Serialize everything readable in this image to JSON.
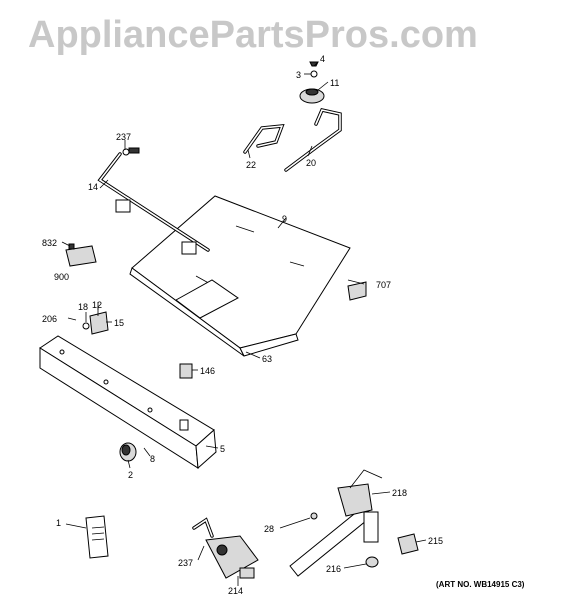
{
  "watermark": "AppliancePartsPros.com",
  "art_no": "(ART NO. WB14915 C3)",
  "callouts": [
    "1",
    "2",
    "3",
    "4",
    "5",
    "8",
    "9",
    "11",
    "12",
    "14",
    "15",
    "18",
    "20",
    "22",
    "28",
    "63",
    "146",
    "206",
    "214",
    "215",
    "216",
    "218",
    "237",
    "237",
    "707",
    "832",
    "900"
  ]
}
